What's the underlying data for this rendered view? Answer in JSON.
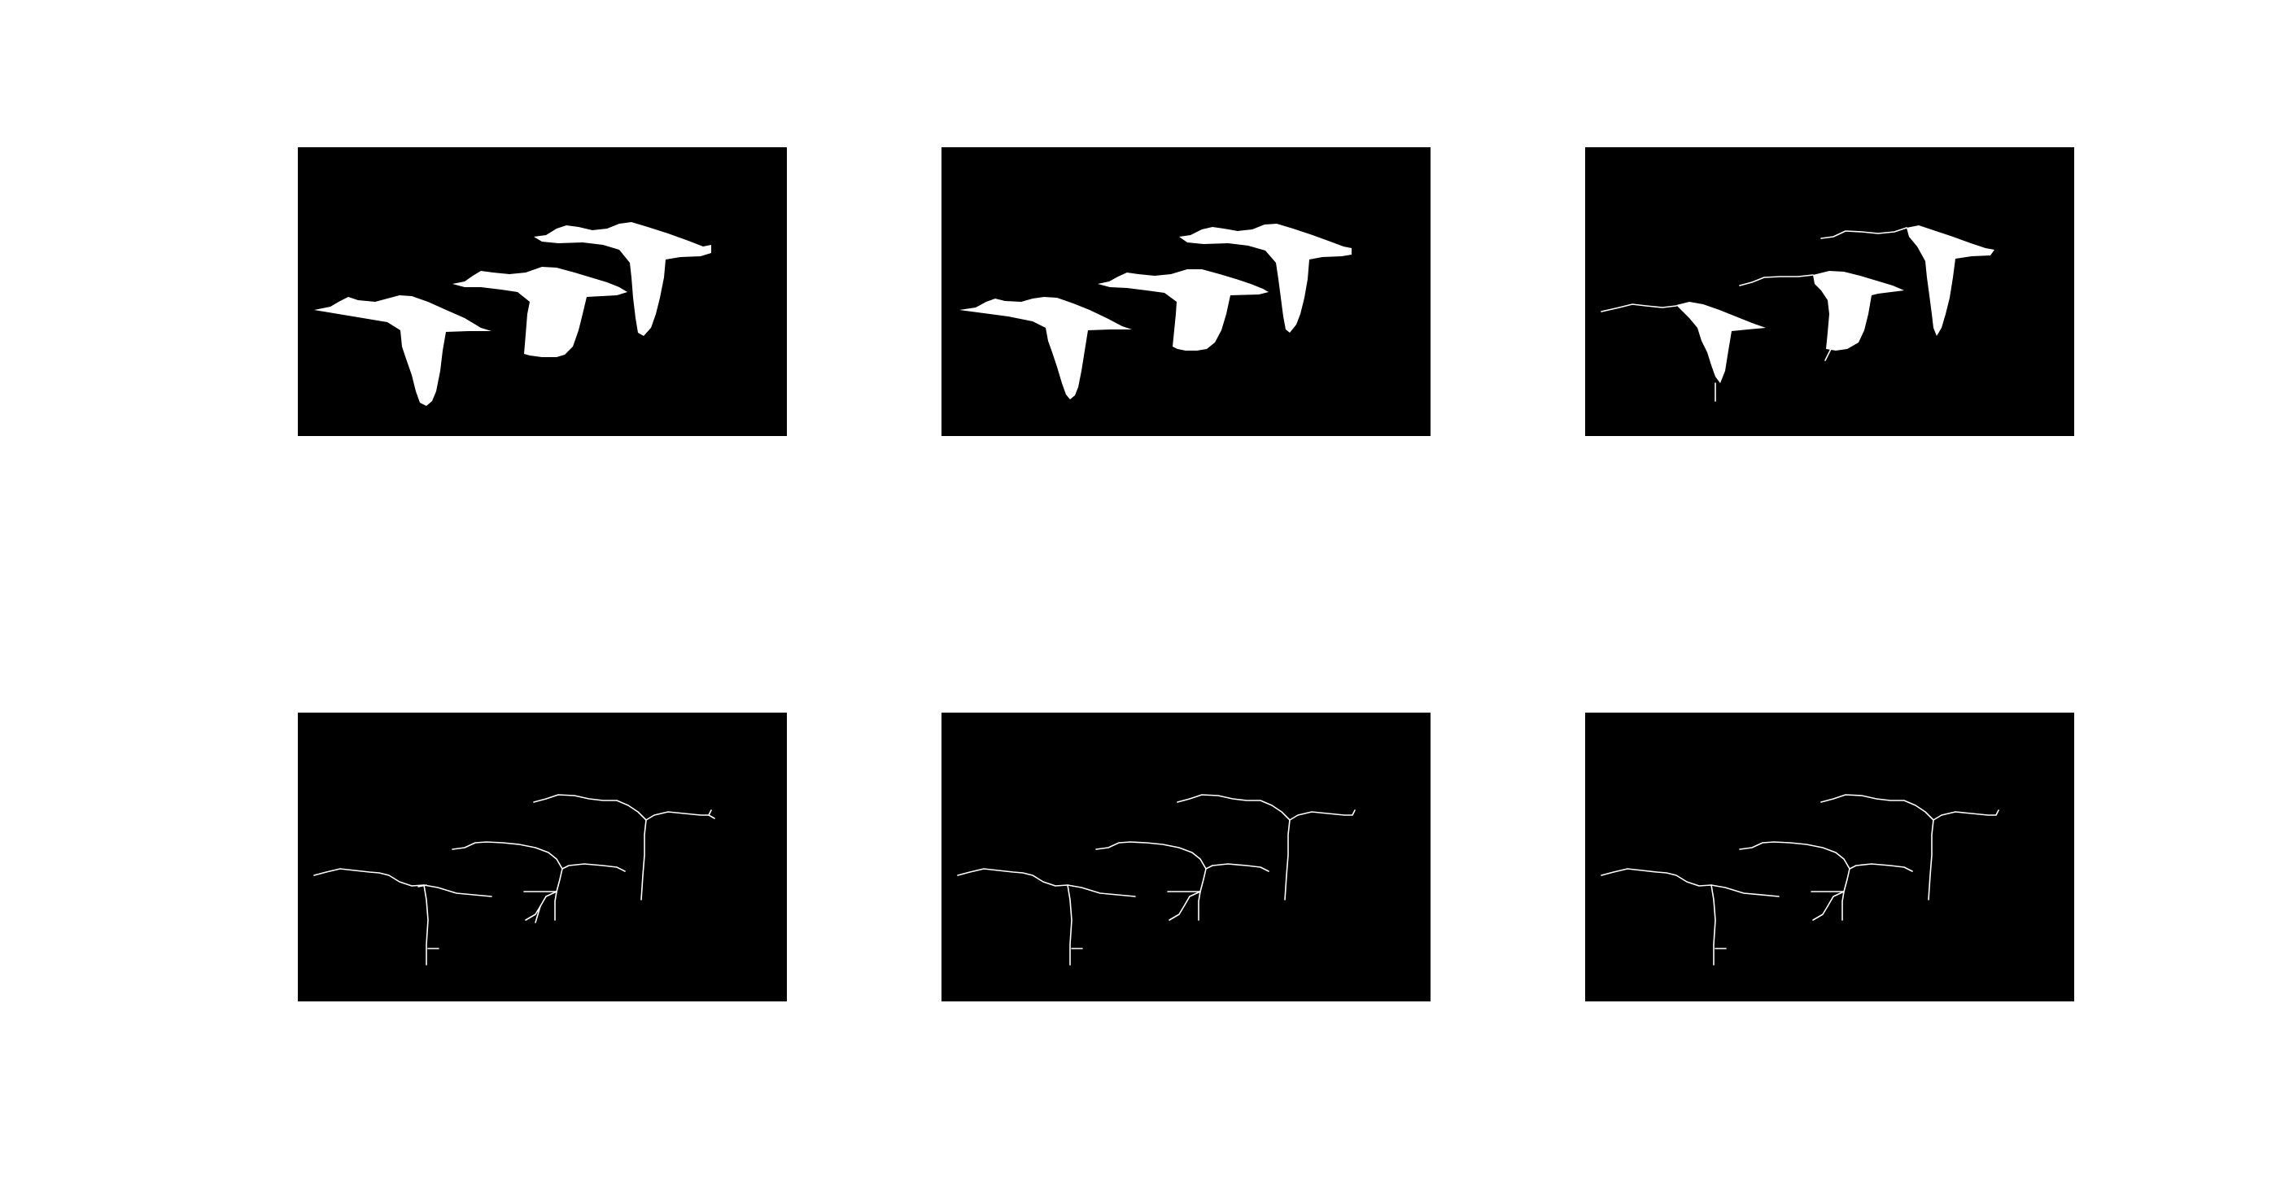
{
  "figure": {
    "background_color": "#ffffff",
    "panel_background": "#000000",
    "foreground_color": "#ffffff",
    "layout": {
      "rows": 2,
      "cols": 3
    },
    "panels": [
      {
        "row": 1,
        "col": 1,
        "content": "three-birds-silhouette-mask"
      },
      {
        "row": 1,
        "col": 2,
        "content": "three-birds-silhouette-mask-eroded"
      },
      {
        "row": 1,
        "col": 3,
        "content": "three-birds-silhouette-mask-thinned"
      },
      {
        "row": 2,
        "col": 1,
        "content": "three-birds-skeleton"
      },
      {
        "row": 2,
        "col": 2,
        "content": "three-birds-skeleton"
      },
      {
        "row": 2,
        "col": 3,
        "content": "three-birds-skeleton"
      }
    ]
  }
}
